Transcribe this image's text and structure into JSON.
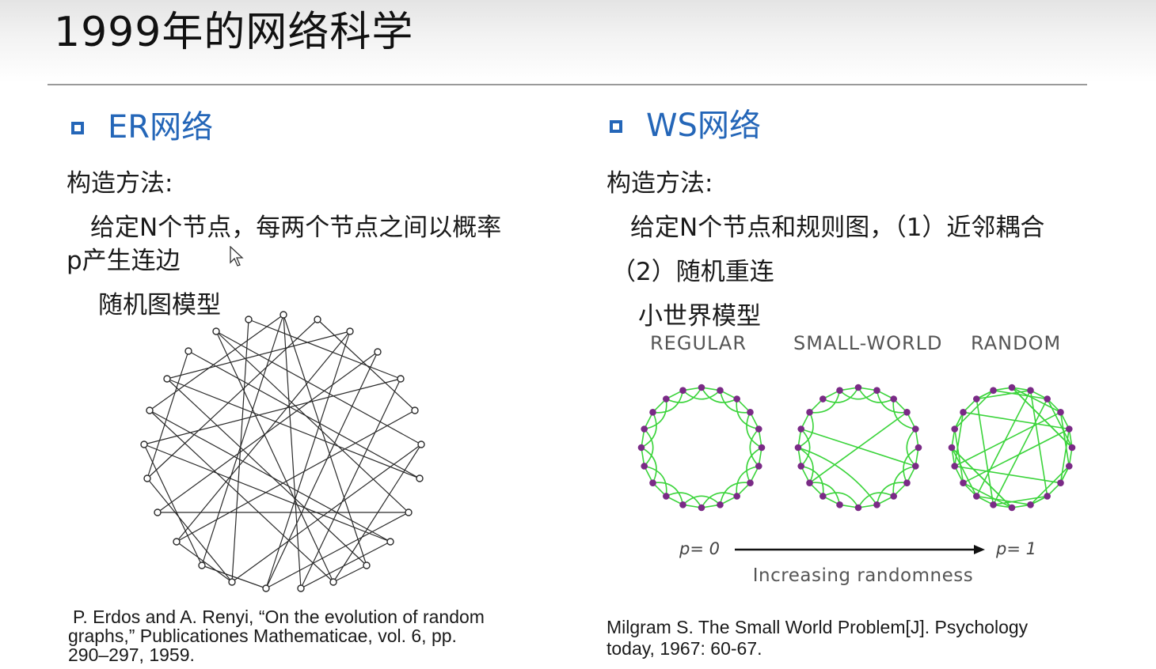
{
  "slide": {
    "title": "1999年的网络科学"
  },
  "er": {
    "heading": "ER网络",
    "method_label": "构造方法:",
    "description_line1": "给定N个节点，每两个节点之间以概率",
    "description_line2": "p产生连边",
    "model_name": "随机图模型",
    "reference": [
      "P. Erdos and A. Renyi,   “On the evolution of random",
      "graphs,”   Publicationes Mathematicae, vol. 6, pp.",
      "290–297, 1959."
    ]
  },
  "ws": {
    "heading": "WS网络",
    "method_label": "构造方法:",
    "description_line1": "给定N个节点和规则图，（1）近邻耦合",
    "description_line2": "（2）随机重连",
    "model_name": "小世界模型",
    "figure": {
      "label_regular": "REGULAR",
      "label_small_world": "SMALL-WORLD",
      "label_random": "RANDOM",
      "p_start": "p= 0",
      "p_end": "p= 1",
      "axis_caption": "Increasing randomness",
      "node_color": "#7a2a86",
      "edge_color": "#3bd43b"
    },
    "reference": [
      "Milgram S. The Small World Problem[J]. Psychology",
      "today, 1967: 60-67."
    ]
  },
  "icons": {
    "bullet": "square-bullet-icon",
    "cursor": "mouse-pointer-icon"
  }
}
